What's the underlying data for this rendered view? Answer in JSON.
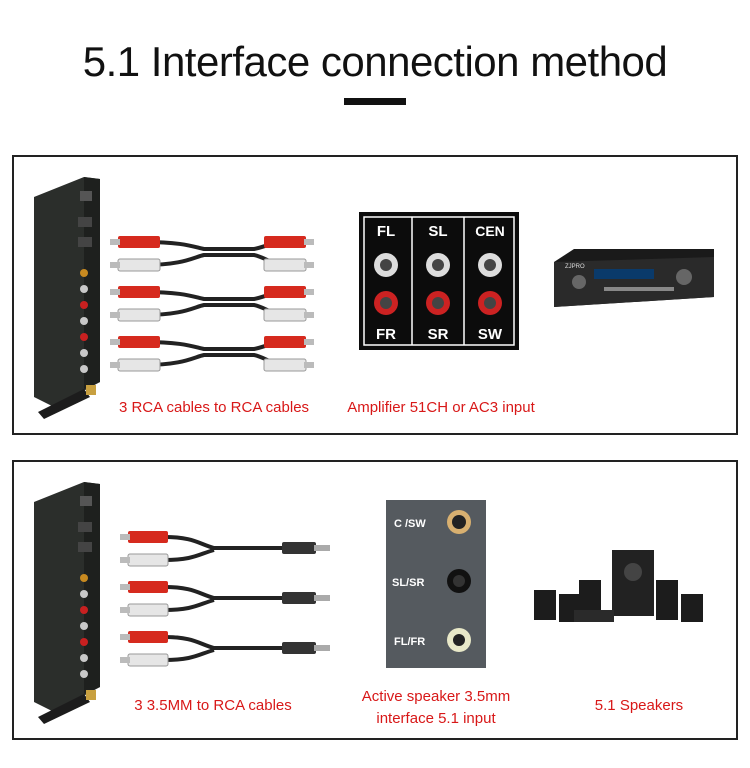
{
  "title": "5.1 Interface connection method",
  "panel1": {
    "caption_cables": "3 RCA cables to RCA cables",
    "caption_amp": "Amplifier 51CH or AC3 input",
    "jack_labels": [
      "FL",
      "SL",
      "CEN",
      "FR",
      "SR",
      "SW"
    ],
    "amp_brand": "ZJPRO"
  },
  "panel2": {
    "caption_cables": "3 3.5MM to RCA cables",
    "caption_speaker_line1": "Active speaker 3.5mm",
    "caption_speaker_line2": "interface 5.1 input",
    "caption_speakers": "5.1 Speakers",
    "jack_labels": [
      "C /SW",
      "SL/SR",
      "FL/FR"
    ]
  },
  "colors": {
    "caption": "#d81818",
    "rca_red": "#d62a1e",
    "rca_white": "#e6e6e6",
    "device": "#2a2d2a"
  }
}
